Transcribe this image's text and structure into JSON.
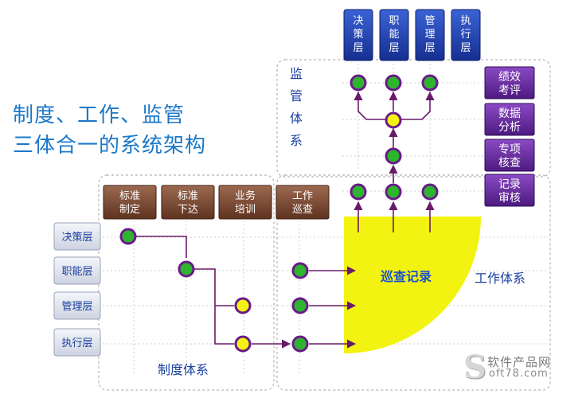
{
  "title": {
    "line1": "制度、工作、监管",
    "line2": "三体合一的系统架构"
  },
  "top_tabs": [
    "决策层",
    "职能层",
    "管理层",
    "执行层"
  ],
  "left_levels": [
    "决策层",
    "职能层",
    "管理层",
    "执行层"
  ],
  "headers": [
    "标准制定",
    "标准下达",
    "业务培训",
    "工作巡查"
  ],
  "right_boxes": [
    "绩效考评",
    "数据分析",
    "专项核查",
    "记录审核"
  ],
  "zone_labels": {
    "supervision": "监管体系",
    "work": "工作体系",
    "system": "制度体系",
    "inspection": "巡查记录"
  },
  "brand": {
    "logo_letter": "S",
    "cn": "软件产品网",
    "en": "oft78.com"
  },
  "colors": {
    "title_blue": "#1c78c8",
    "tab_blue": "#1e3aa8",
    "header_brown": "#7a4a33",
    "box_purple": "#6a2aa0",
    "node_green": "#2db52d",
    "node_ring": "#6a1a8a",
    "node_yellow": "#f3f311",
    "arrow": "#6a1a6a",
    "quarter": "#f3f311"
  }
}
